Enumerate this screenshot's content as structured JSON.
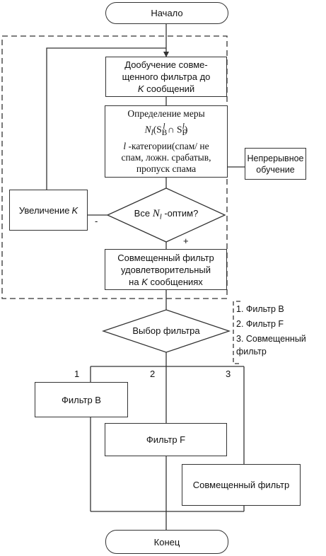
{
  "nodes": {
    "start": "Начало",
    "finetune": [
      "Дообучение совме-",
      "щенного фильтра до",
      "K",
      " сообщений"
    ],
    "measure": [
      "Определение меры",
      "N",
      "l",
      "(S",
      "B",
      "l",
      " ∩ S",
      "F",
      "l",
      ")",
      "l",
      " -категории(спам/ не",
      "спам, ложн. срабатыв,",
      "пропуск спама"
    ],
    "decision_all": [
      "Все ",
      "N",
      "l",
      " -оптим?"
    ],
    "increase": [
      "Увеличение ",
      "K"
    ],
    "satisfactory": [
      "Совмещенный фильтр",
      "удовлетворительный",
      "на ",
      "K",
      " сообщениях"
    ],
    "choose": "Выбор фильтра",
    "filter_b": "Фильтр B",
    "filter_f": "Фильтр F",
    "filter_combined": "Совмещенный фильтр",
    "end": "Конец"
  },
  "annotations": {
    "continuous": [
      "Непрерывное",
      "обучение"
    ],
    "options": [
      "1. Фильтр B",
      "2. Фильтр F",
      "3. Совмещенный",
      "фильтр"
    ]
  },
  "edge_labels": {
    "minus": "-",
    "plus": "+",
    "branch1": "1",
    "branch2": "2",
    "branch3": "3"
  }
}
